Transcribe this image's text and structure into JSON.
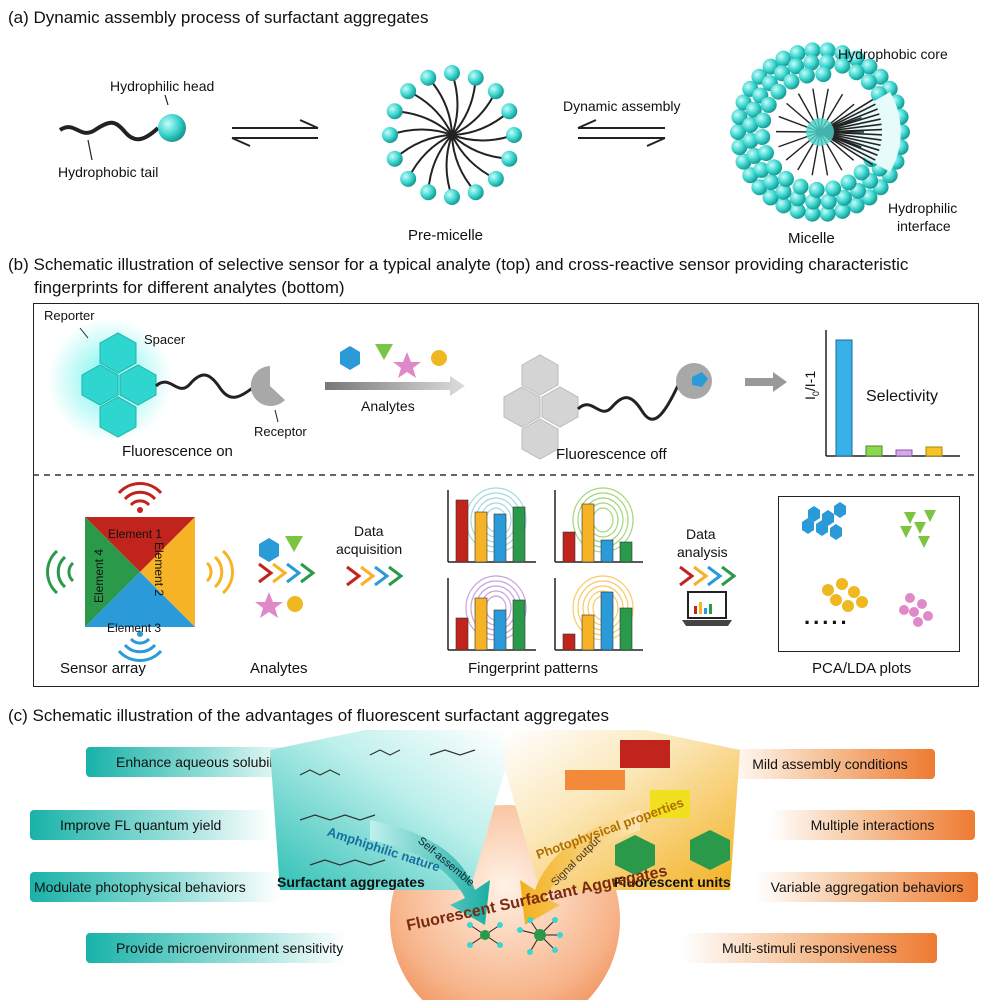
{
  "section_a": {
    "title": "(a) Dynamic assembly process of  surfactant aggregates",
    "hydrophilic_head": "Hydrophilic head",
    "hydrophobic_tail": "Hydrophobic tail",
    "pre_micelle": "Pre-micelle",
    "dynamic_assembly": "Dynamic assembly",
    "hydrophobic_core": "Hydrophobic core",
    "hydrophilic_interface_1": "Hydrophilic",
    "hydrophilic_interface_2": "interface",
    "micelle": "Micelle"
  },
  "section_b": {
    "title_line1": "(b) Schematic illustration of selective sensor for a typical analyte (top) and cross-reactive sensor providing characteristic",
    "title_line2": "fingerprints for different analytes (bottom)",
    "reporter": "Reporter",
    "spacer": "Spacer",
    "receptor": "Receptor",
    "fluorescence_on": "Fluorescence on",
    "analytes_arrow": "Analytes",
    "fluorescence_off": "Fluorescence off",
    "yaxis": "I",
    "yaxis_sub": "0",
    "yaxis_rest": "/I-1",
    "selectivity": "Selectivity",
    "element1": "Element 1",
    "element2": "Element 2",
    "element3": "Element 3",
    "element4": "Element 4",
    "data_acquisition_1": "Data",
    "data_acquisition_2": "acquisition",
    "data_analysis_1": "Data",
    "data_analysis_2": "analysis",
    "dots": ".....",
    "sensor_array": "Sensor array",
    "analytes": "Analytes",
    "fingerprint_patterns": "Fingerprint patterns",
    "pca_lda": "PCA/LDA plots"
  },
  "section_c": {
    "title": "(c) Schematic illustration of the advantages of fluorescent surfactant aggregates",
    "left_items": [
      "Enhance aqueous solubility",
      "Improve  FL quantum yield",
      "Modulate photophysical behaviors",
      "Provide microenvironment sensitivity"
    ],
    "right_items": [
      "Mild assembly conditions",
      "Multiple interactions",
      "Variable aggregation behaviors",
      "Multi-stimuli responsiveness"
    ],
    "amphiphilic_nature": "Amphiphilic nature",
    "self_assemble": "Self-assemble",
    "photophysical_properties": "Photophysical properties",
    "signal_output": "Signal output",
    "surfactant_aggregates": "Surfactant aggregates",
    "fluorescent_units": "Fluorescent units",
    "center_title": "Fluorescent Surfactant Aggregates"
  },
  "colors": {
    "cyan": "#3cd6d0",
    "teal": "#18b2a8",
    "orange": "#ee7a32",
    "yellow": "#f5c322",
    "red": "#c0241c",
    "green": "#2a9a4a",
    "blue": "#2a9ad8"
  }
}
